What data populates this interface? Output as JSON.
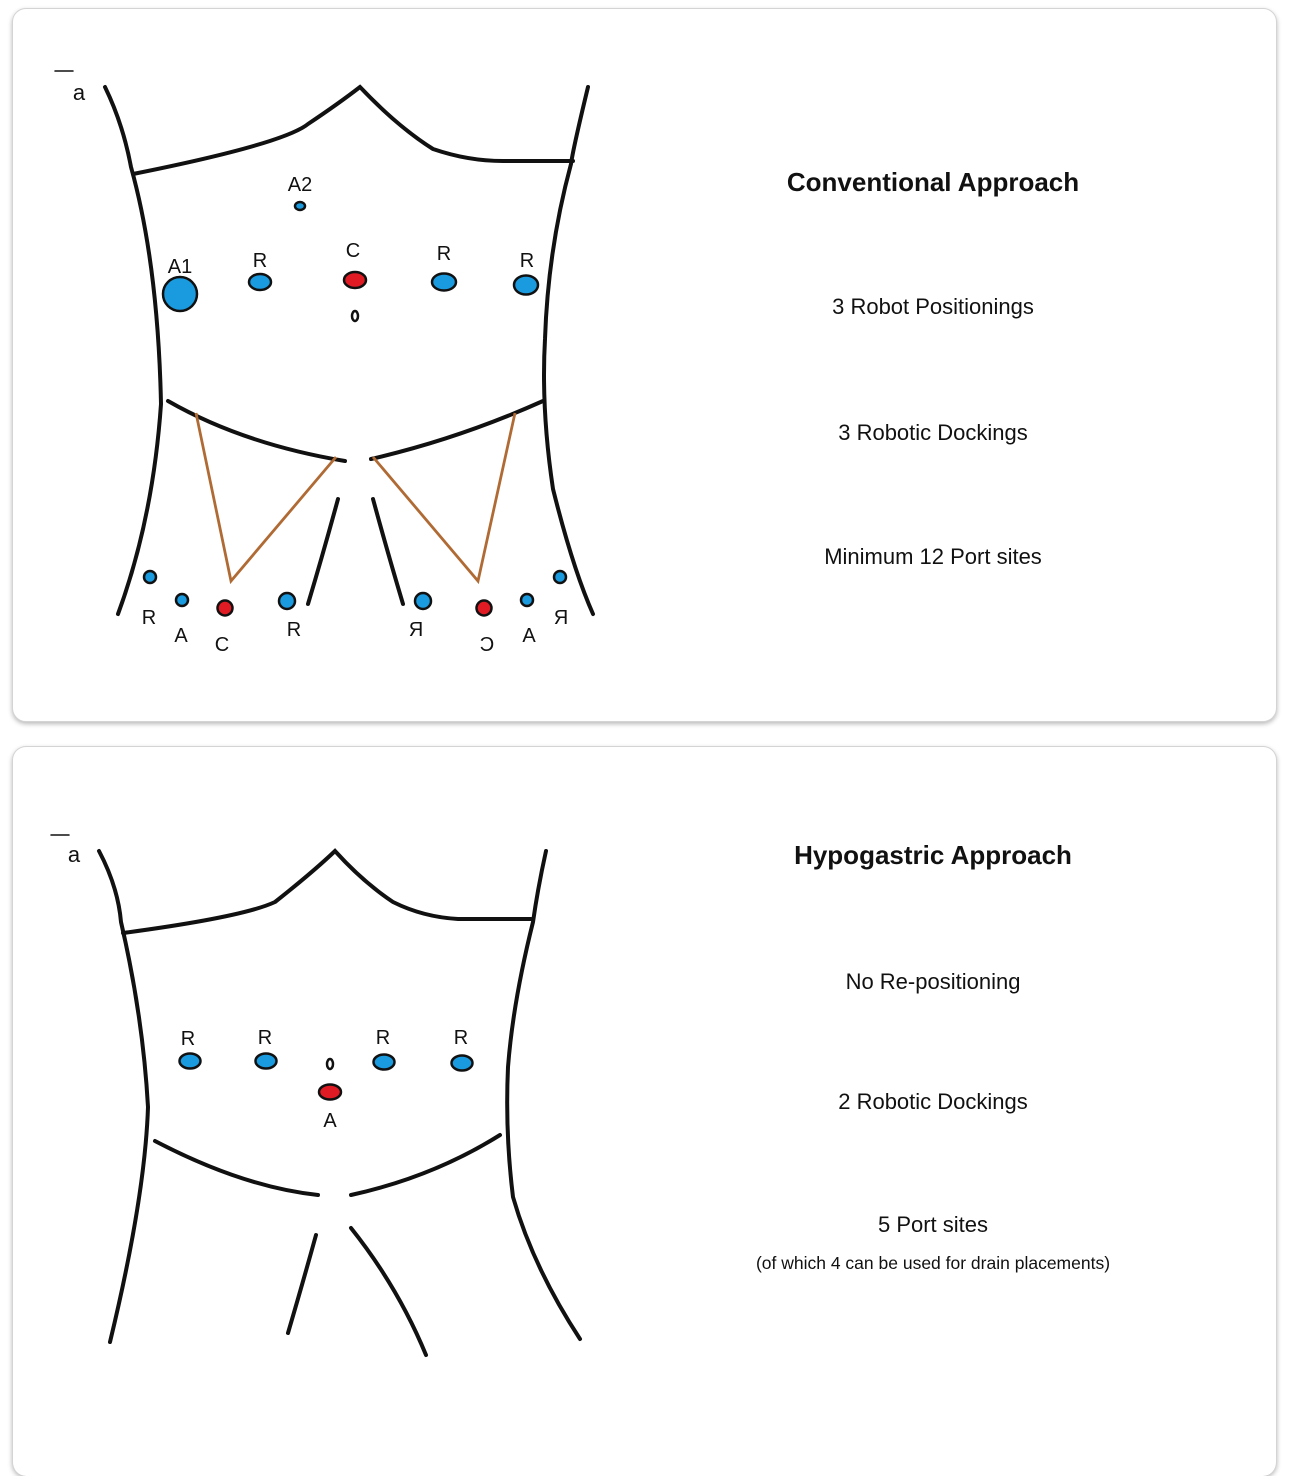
{
  "colors": {
    "blue_port": "#1a9be0",
    "red_port": "#e01b24",
    "outline": "#111111",
    "triangle": "#b06a34"
  },
  "panel_conventional": {
    "figure_label": "a",
    "port_labels": {
      "a2": "A2",
      "a1": "A1",
      "upper_r1": "R",
      "upper_c": "C",
      "upper_r2": "R",
      "upper_r3": "R",
      "left_r1": "R",
      "left_a": "A",
      "left_c": "C",
      "left_r2": "R",
      "right_r1": "R",
      "right_c": "C",
      "right_a": "A",
      "right_r2": "R"
    },
    "title": "Conventional Approach",
    "features": [
      "3 Robot Positionings",
      "3 Robotic Dockings",
      "Minimum 12 Port sites"
    ]
  },
  "panel_hypogastric": {
    "figure_label": "a",
    "port_labels": {
      "r1": "R",
      "r2": "R",
      "r3": "R",
      "r4": "R",
      "a": "A"
    },
    "title": "Hypogastric Approach",
    "features": [
      "No Re-positioning",
      "2 Robotic Dockings",
      "5 Port sites"
    ],
    "note": "(of which 4 can be used for drain placements)"
  }
}
